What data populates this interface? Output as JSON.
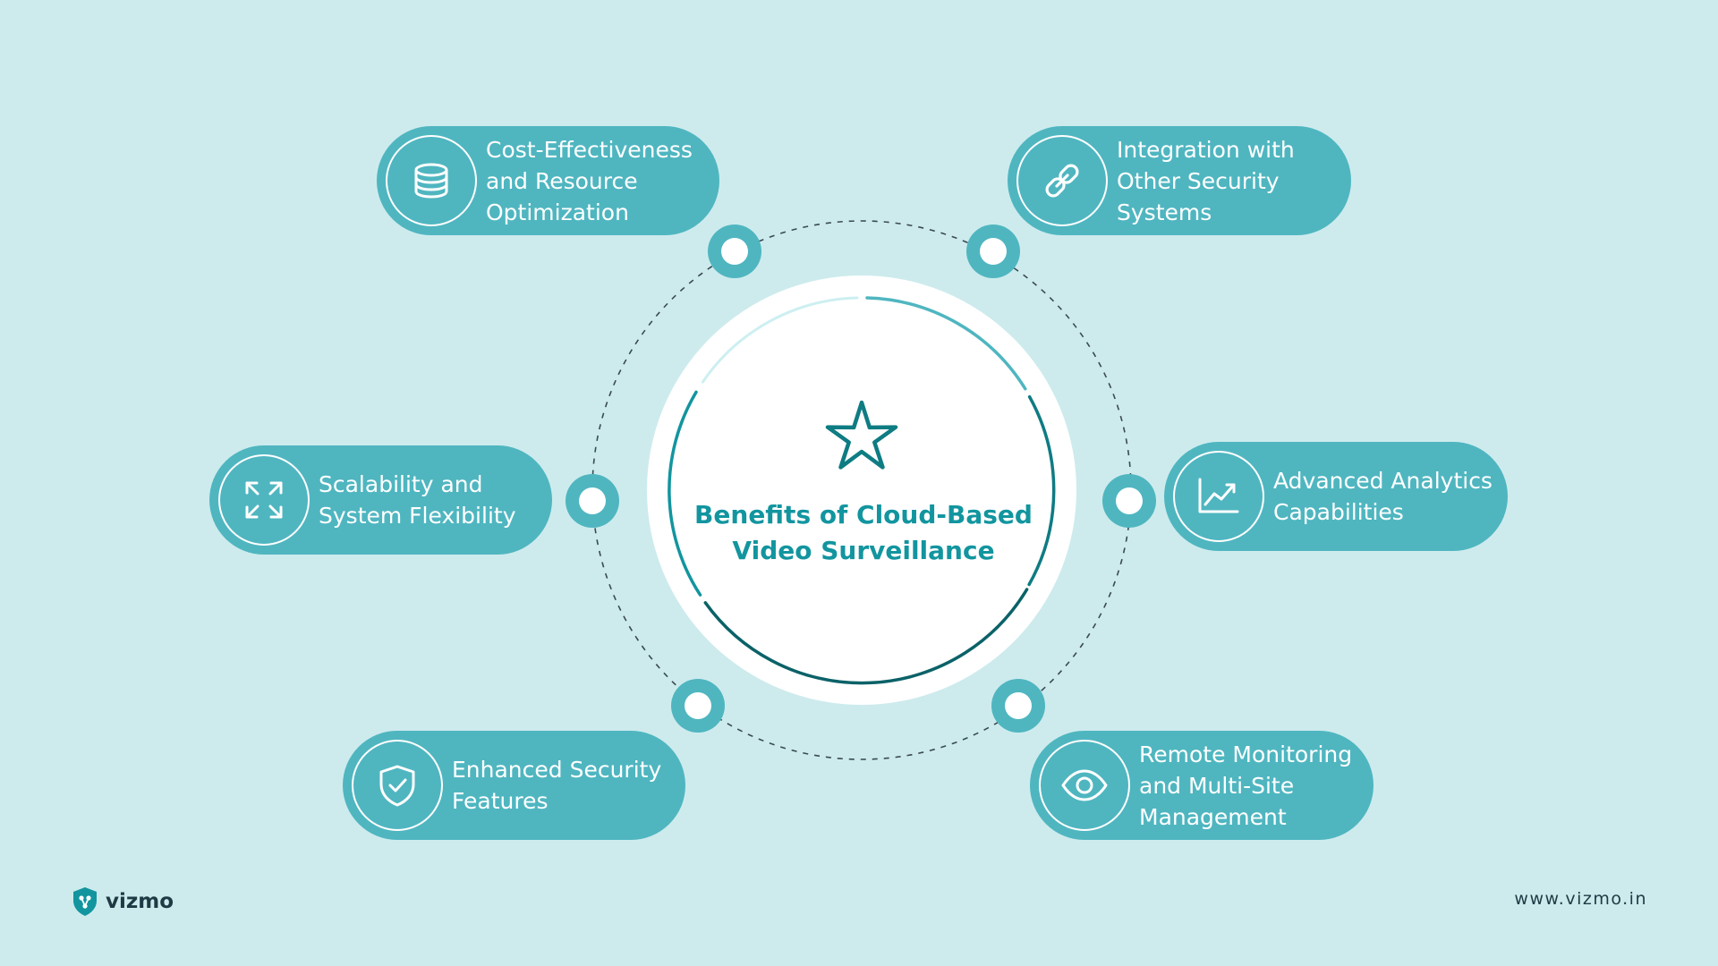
{
  "center": {
    "title_line1": "Benefits of Cloud-Based",
    "title_line2": "Video Surveillance",
    "icon": "star-icon"
  },
  "benefits": [
    {
      "id": "cost",
      "lines": [
        "Cost-Effectiveness",
        "and Resource",
        "Optimization"
      ],
      "icon": "database-icon"
    },
    {
      "id": "integration",
      "lines": [
        "Integration with",
        "Other Security",
        "Systems"
      ],
      "icon": "link-icon"
    },
    {
      "id": "scalability",
      "lines": [
        "Scalability and",
        "System Flexibility"
      ],
      "icon": "expand-icon"
    },
    {
      "id": "analytics",
      "lines": [
        "Advanced Analytics",
        "Capabilities"
      ],
      "icon": "line-chart-icon"
    },
    {
      "id": "security",
      "lines": [
        "Enhanced Security",
        "Features"
      ],
      "icon": "shield-check-icon"
    },
    {
      "id": "remote",
      "lines": [
        "Remote Monitoring",
        "and Multi-Site",
        "Management"
      ],
      "icon": "eye-icon"
    }
  ],
  "footer": {
    "brand": "vizmo",
    "website": "www.vizmo.in"
  },
  "colors": {
    "background": "#cdebed",
    "pill": "#4fb6c0",
    "accent_dark": "#0e6e73",
    "title": "#12959f",
    "white": "#ffffff"
  }
}
